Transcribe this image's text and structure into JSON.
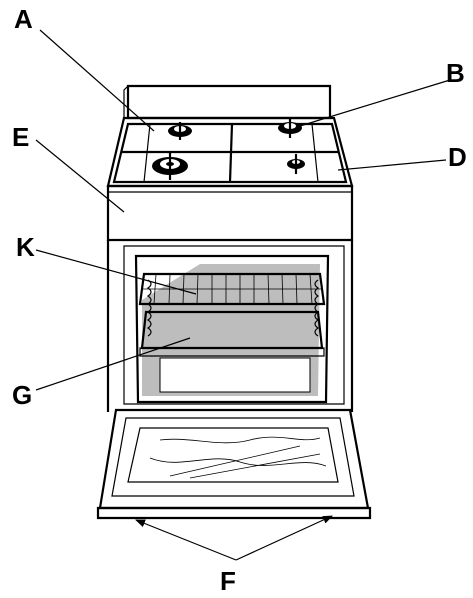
{
  "labels": {
    "a": "A",
    "b": "B",
    "d": "D",
    "e": "E",
    "k": "K",
    "g": "G",
    "f": "F"
  }
}
